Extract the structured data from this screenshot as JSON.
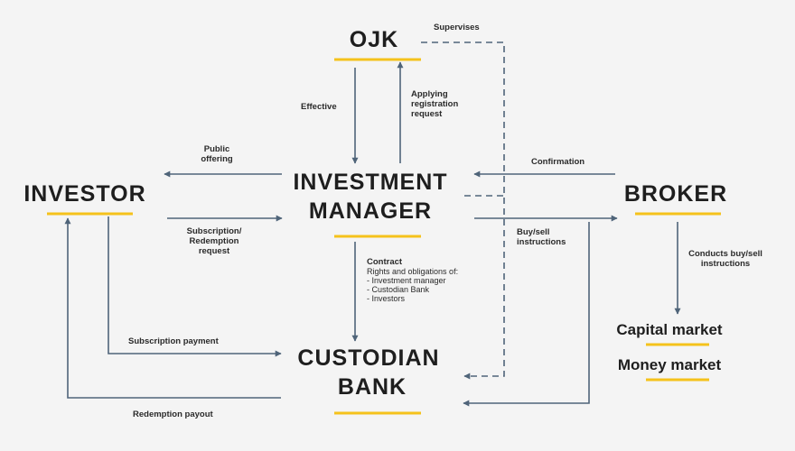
{
  "nodes": {
    "ojk": "OJK",
    "investment_manager": [
      "INVESTMENT",
      "MANAGER"
    ],
    "investor": "INVESTOR",
    "broker": "BROKER",
    "custodian_bank": [
      "CUSTODIAN",
      "BANK"
    ],
    "capital_market": "Capital market",
    "money_market": "Money market"
  },
  "labels": {
    "supervises": "Supervises",
    "effective": "Effective",
    "applying": [
      "Applying",
      "registration",
      "request"
    ],
    "public_offering": [
      "Public",
      "offering"
    ],
    "subscription_request": [
      "Subscription/",
      "Redemption",
      "request"
    ],
    "confirmation": "Confirmation",
    "buy_sell": [
      "Buy/sell",
      "instructions"
    ],
    "conducts": [
      "Conducts buy/sell",
      "instructions"
    ],
    "contract_title": "Contract",
    "contract_lines": [
      "Rights and obligations of:",
      "- Investment manager",
      "- Custodian Bank",
      "- Investors"
    ],
    "subscription_payment": "Subscription payment",
    "redemption_payout": "Redemption payout"
  },
  "colors": {
    "accent": "#f5c21b",
    "arrow": "#4f6479",
    "text": "#1e1e1e",
    "background": "#f4f4f4"
  }
}
